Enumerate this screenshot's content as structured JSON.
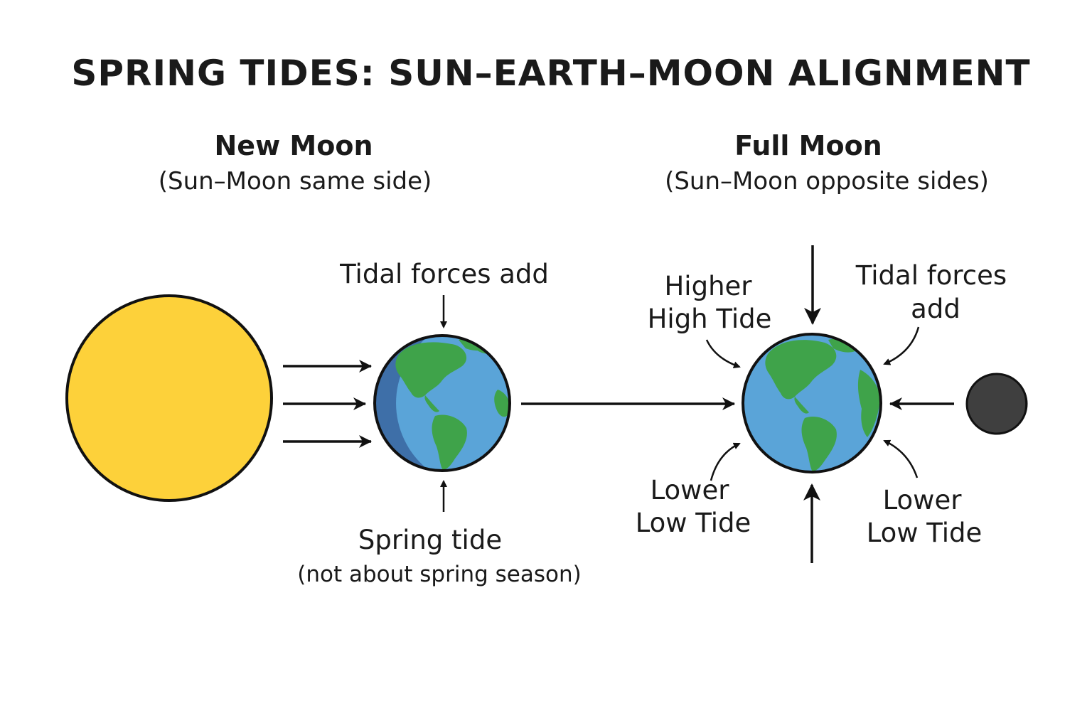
{
  "title": "SPRING TIDES: SUN–EARTH–MOON ALIGNMENT",
  "new_moon": {
    "heading": "New Moon",
    "subheading": "(Sun–Moon same side)",
    "top_label": "Tidal forces add",
    "bottom_label": "Spring tide",
    "bottom_note": "(not about spring season)"
  },
  "full_moon": {
    "heading": "Full Moon",
    "subheading": "(Sun–Moon opposite sides)",
    "higher_high_tide_line1": "Higher",
    "higher_high_tide_line2": "High Tide",
    "tidal_forces_line1": "Tidal forces",
    "tidal_forces_line2": "add",
    "lower_low_left_line1": "Lower",
    "lower_low_left_line2": "Low Tide",
    "lower_low_right_line1": "Lower",
    "lower_low_right_line2": "Low Tide"
  },
  "colors": {
    "sun": "#fdd13a",
    "earth_ocean": "#5aa4d8",
    "earth_land": "#3fa34a",
    "earth_shadow": "#3e6fa8",
    "moon_dark": "#3f3f3f",
    "moon_lit": "#1c1c1c",
    "outline": "#111111"
  },
  "icons": {
    "sun": "sun-icon",
    "earth": "earth-globe-icon",
    "moon": "moon-icon"
  }
}
